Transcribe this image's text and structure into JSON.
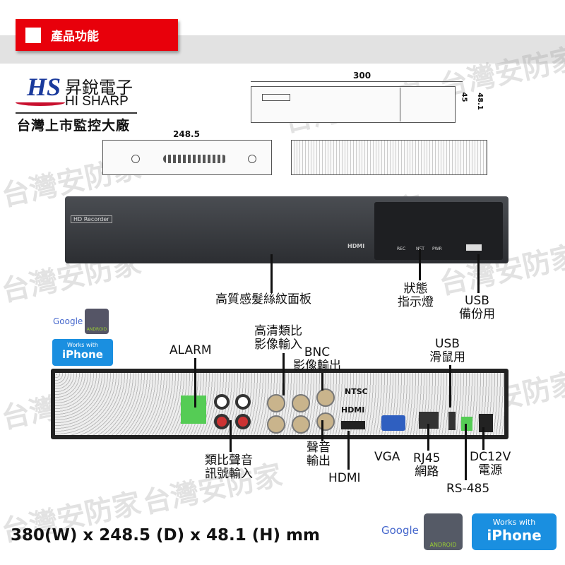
{
  "header": {
    "title": "產品功能"
  },
  "brand": {
    "name_cn": "昇銳電子",
    "name_en": "HI SHARP",
    "logo_text": "HS",
    "tagline": "台灣上市監控大廠"
  },
  "watermark": "台灣安防家",
  "dimensions_drawing": {
    "width": "300",
    "depth": "248.5",
    "height_outer": "48.1",
    "height_inner": "45"
  },
  "front": {
    "badge": "HD Recorder",
    "hdmi_mark": "HDMI",
    "leds": [
      "REC",
      "NET",
      "PWR"
    ]
  },
  "labels": {
    "panel": "高質感髮絲紋面板",
    "status": [
      "狀態",
      "指示燈"
    ],
    "usb_backup": [
      "USB",
      "備份用"
    ],
    "alarm": "ALARM",
    "hd_video_in": [
      "高清類比",
      "影像輸入"
    ],
    "bnc_out": [
      "BNC",
      "影像輸出"
    ],
    "usb_mouse": [
      "USB",
      "滑鼠用"
    ],
    "audio_in": [
      "類比聲音",
      "訊號輸入"
    ],
    "audio_out": [
      "聲音",
      "輸出"
    ],
    "hdmi": "HDMI",
    "vga": "VGA",
    "rj45": [
      "RJ45",
      "網路"
    ],
    "dc": [
      "DC12V",
      "電源"
    ],
    "rs485": "RS-485"
  },
  "rear": {
    "ntsc": "NTSC",
    "hdmi_mark": "HDMI"
  },
  "platforms": {
    "google": "Google",
    "android": "ANDROID",
    "iphone_top": "Works with",
    "iphone": "iPhone"
  },
  "spec": "380(W) x 248.5 (D) x 48.1 (H) mm",
  "colors": {
    "header": "#e8000b",
    "brand_blue": "#1a3a9c",
    "brand_red": "#c8102e"
  }
}
